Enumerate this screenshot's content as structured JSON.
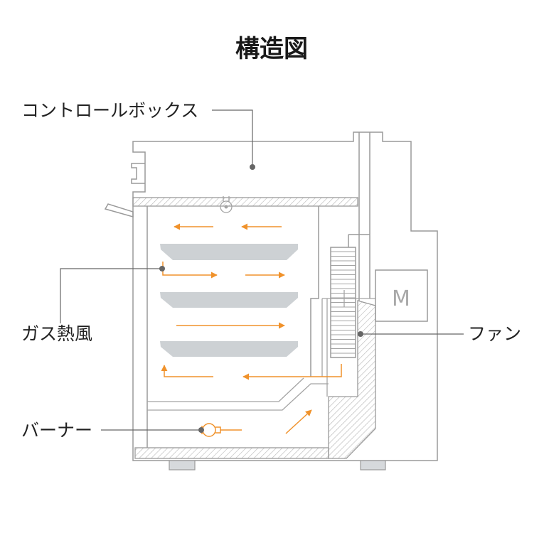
{
  "title": "構造図",
  "labels": {
    "control_box": "コントロールボックス",
    "hot_gas": "ガス熱風",
    "fan": "ファン",
    "burner": "バーナー"
  },
  "motor_label": "M",
  "colors": {
    "outline": "#9a9a9a",
    "airflow": "#f0922b",
    "tray": "#cdd1d4",
    "leader": "#666666",
    "text": "#222222"
  }
}
